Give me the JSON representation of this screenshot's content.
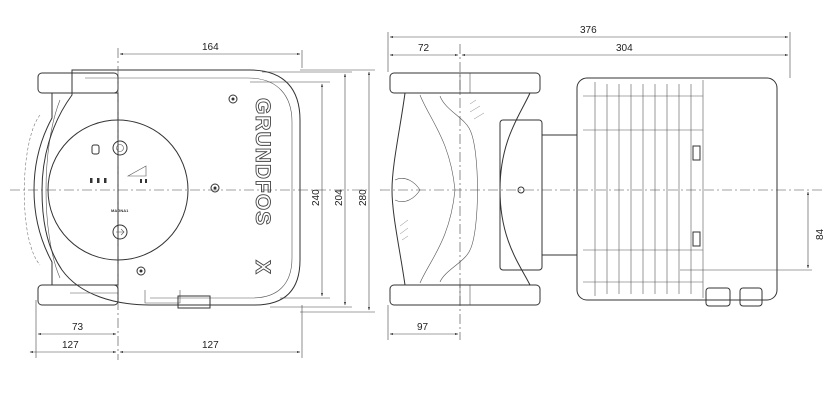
{
  "dimensions": {
    "front_width_top": "164",
    "front_offset_73": "73",
    "front_half_left": "127",
    "front_half_right": "127",
    "height_240": "240",
    "height_204": "204",
    "height_280": "280",
    "side_total": "376",
    "side_72": "72",
    "side_304": "304",
    "side_97": "97",
    "side_84": "84"
  },
  "labels": {
    "brand": "GRUNDFOS",
    "brand_mark": "X",
    "model": "MAGNA1"
  },
  "colors": {
    "line": "#333333",
    "text": "#222222"
  }
}
